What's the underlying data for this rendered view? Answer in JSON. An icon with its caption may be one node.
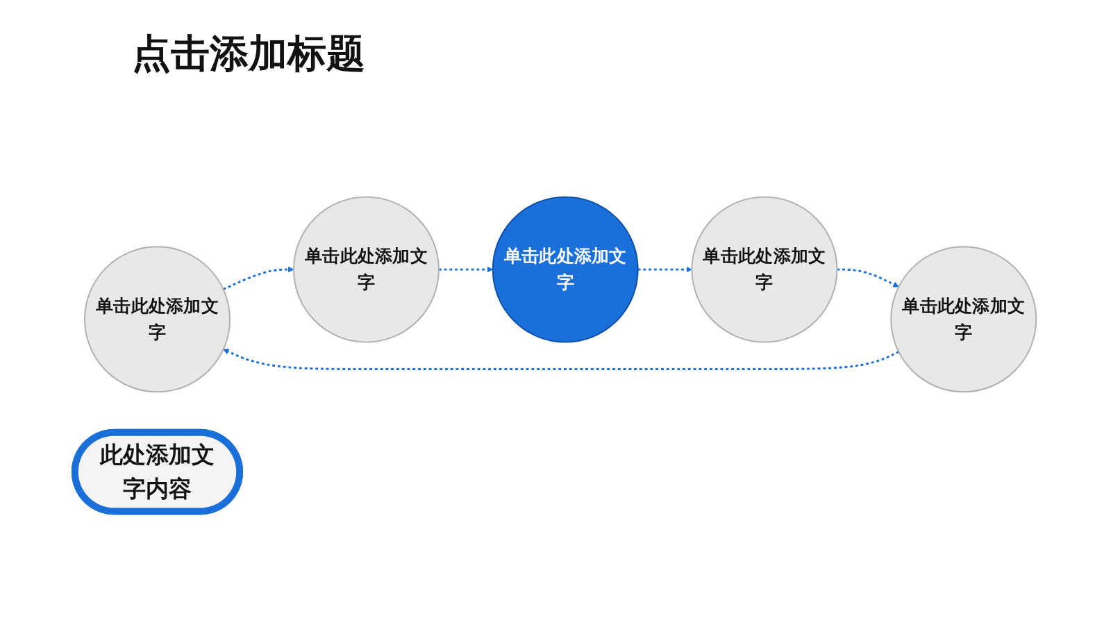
{
  "diagram": {
    "title": "点击添加标题",
    "nodes": [
      {
        "text": [
          "单击此处添加文字"
        ]
      },
      {
        "text": [
          "单击此处添加文字"
        ]
      },
      {
        "text": [
          "单击此处添加文字"
        ]
      },
      {
        "text": [
          "此处添加文字内容"
        ]
      },
      {
        "text": [
          "单击此处添加文字"
        ]
      },
      {
        "text": [
          "单击此处添加文字"
        ]
      }
    ],
    "edges": [
      {
        "from": 1,
        "to": 0,
        "arrow": "to",
        "style": "dashed"
      },
      {
        "from": 0,
        "to": 2,
        "arrow": "to",
        "style": "dashed"
      },
      {
        "from": 2,
        "to": 5,
        "arrow": "to",
        "style": "dashed"
      },
      {
        "from": 5,
        "to": 4,
        "arrow": "to",
        "style": "dashed"
      },
      {
        "from": 4,
        "to": 1,
        "arrow": "to",
        "style": "dashed"
      }
    ]
  }
}
